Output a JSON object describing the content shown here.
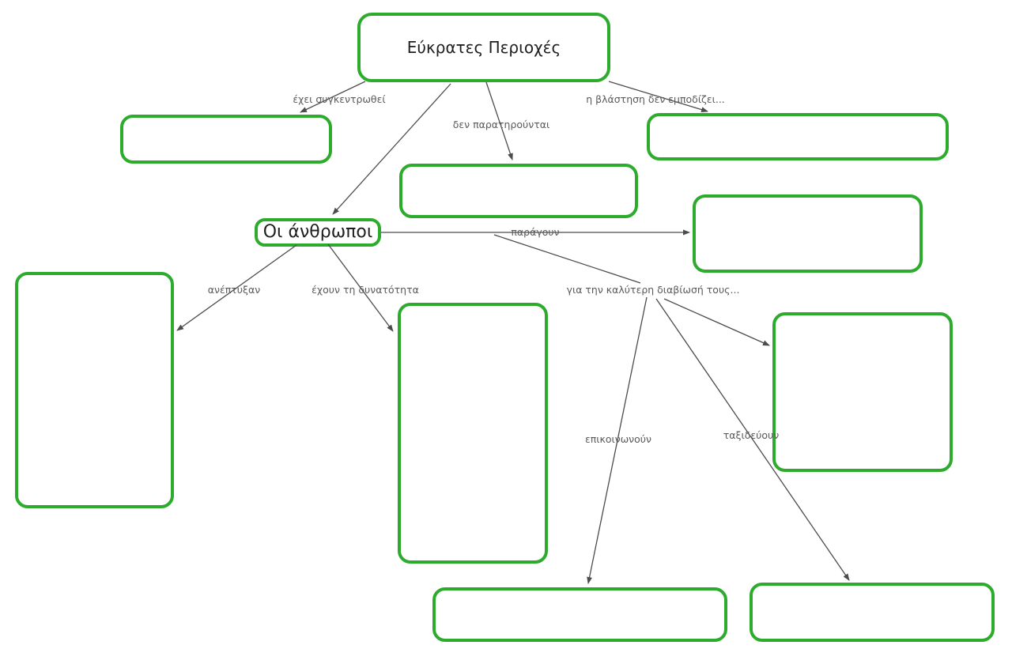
{
  "diagram": {
    "type": "concept-map",
    "language": "el",
    "background": "#ffffff"
  },
  "colors": {
    "node_border": "#2dab2d",
    "node_text": "#1f1f1f",
    "connector_line": "#4c4c4c",
    "link_label_text": "#5a5a5a"
  },
  "nodes": {
    "root": {
      "label": "Εύκρατες Περιοχές"
    },
    "people": {
      "label": "Οι άνθρωποι"
    },
    "top_left": {
      "label": ""
    },
    "top_right": {
      "label": ""
    },
    "mid": {
      "label": ""
    },
    "right_mid": {
      "label": ""
    },
    "left_tall": {
      "label": ""
    },
    "center_tall": {
      "label": ""
    },
    "right": {
      "label": ""
    },
    "bottom_center": {
      "label": ""
    },
    "bottom_right": {
      "label": ""
    }
  },
  "link_labels": {
    "gathered": "έχει συγκεντρωθεί",
    "not_observed": "δεν παρατηρούνται",
    "vegetation": "η βλάστηση δεν εμποδίζει...",
    "produce": "παράγουν",
    "developed": "ανέπτυξαν",
    "ability": "έχουν τη δυνατότητα",
    "better_living": "για την καλύτερη διαβίωσή τους...",
    "communicate": "επικοινωνούν",
    "travel": "ταξιδεύουν"
  }
}
